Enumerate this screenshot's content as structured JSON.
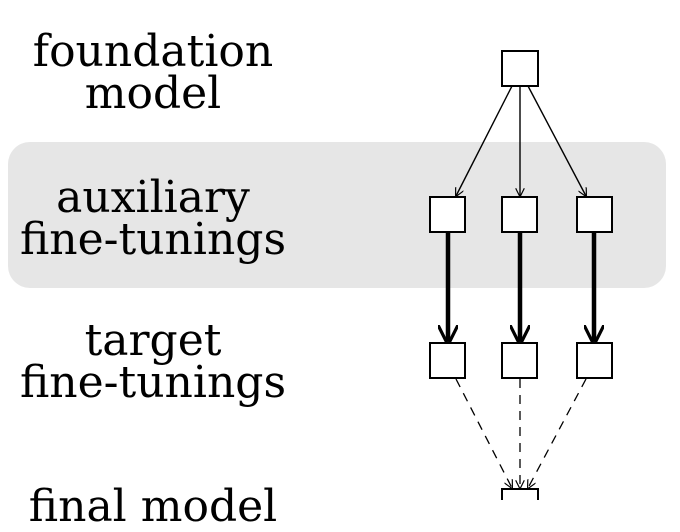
{
  "levels": {
    "foundation": {
      "line1": "foundation",
      "line2": "model"
    },
    "auxiliary": {
      "line1": "auxiliary",
      "line2": "fine-tunings"
    },
    "target": {
      "line1": "target",
      "line2": "fine-tunings"
    },
    "final": {
      "line1": "final model"
    }
  },
  "colors": {
    "band": "#e6e6e6",
    "stroke": "#000000",
    "node_fill": "#ffffff"
  }
}
